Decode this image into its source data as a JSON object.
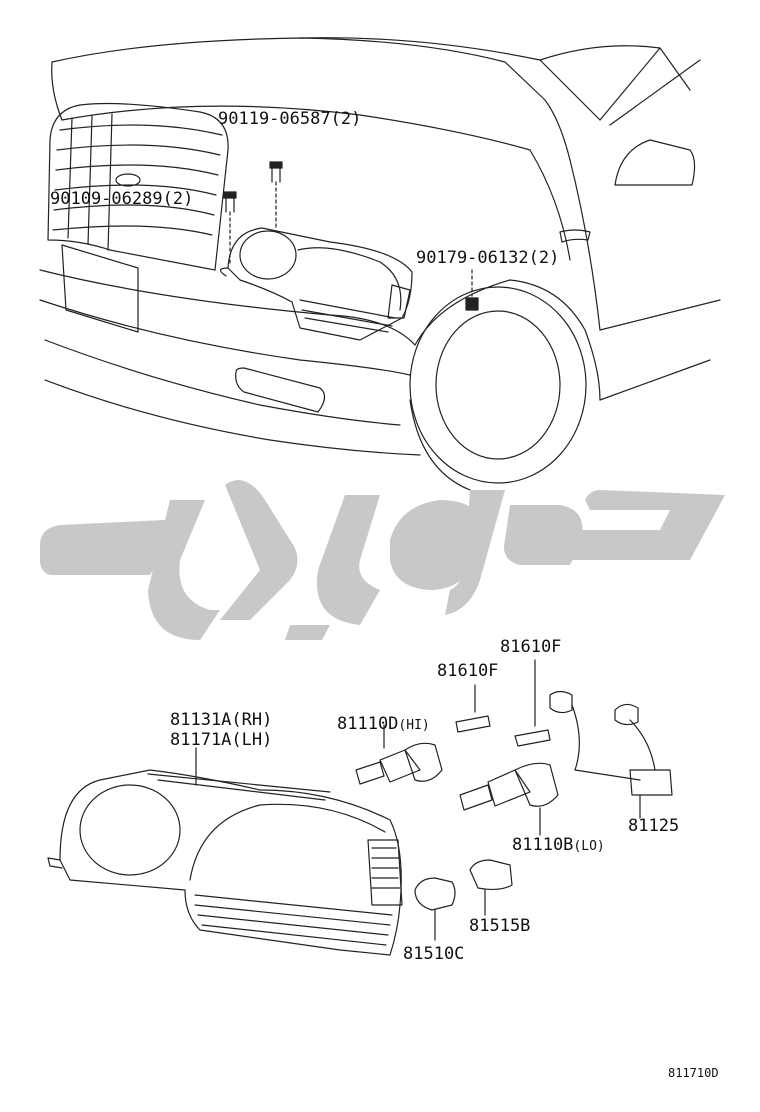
{
  "diagram_code": "811710D",
  "watermark": {
    "text": "تویوپارت",
    "color": "#c8c8c8"
  },
  "top_labels": {
    "bolt_a": {
      "num": "90119-06587",
      "qty": "(2)"
    },
    "bolt_b": {
      "num": "90109-06289",
      "qty": "(2)"
    },
    "clip": {
      "num": "90179-06132",
      "qty": "(2)"
    }
  },
  "parts": {
    "housing_rh": {
      "num": "81131A",
      "side": "(RH)"
    },
    "housing_lh": {
      "num": "81171A",
      "side": "(LH)"
    },
    "bulb_hi": {
      "num": "81110D",
      "note": "(HI)"
    },
    "bulb_lo": {
      "num": "81110B",
      "note": "(LO)"
    },
    "small_bulb_1": {
      "num": "81610F"
    },
    "small_bulb_2": {
      "num": "81610F"
    },
    "socket_wire": {
      "num": "81125"
    },
    "socket": {
      "num": "81515B"
    },
    "side_bulb": {
      "num": "81510C"
    }
  }
}
